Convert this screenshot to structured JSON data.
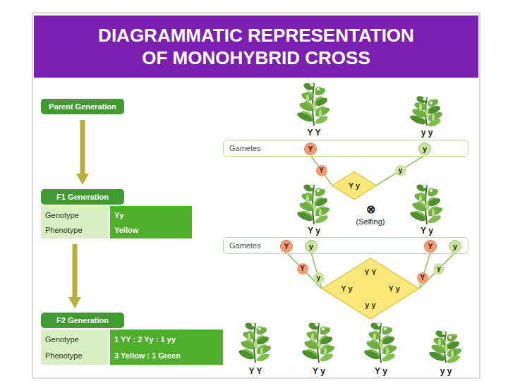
{
  "diagram": {
    "title": "DIAGRAMMATIC REPRESENTATION OF MONOHYBRID CROSS",
    "nodes": [
      {
        "text": [
          "Parent Generation"
        ]
      },
      {
        "text": [
          "F1 Generation"
        ]
      },
      {
        "text": [
          "Genotype",
          "Phenotype"
        ]
      },
      {
        "text": [
          "Yy",
          "Yellow"
        ]
      },
      {
        "text": [
          "F2 Generation"
        ]
      },
      {
        "text": [
          "Genotype",
          "Phenotype"
        ]
      },
      {
        "text": [
          "1 YY : 2 Yy : 1 yy",
          "3 Yellow : 1 Green"
        ]
      },
      {
        "text": [
          "Gametes"
        ]
      },
      {
        "text": [
          "Y"
        ],
        "in": 7
      },
      {
        "text": [
          "y"
        ],
        "in": 7
      },
      {
        "text": [
          "Y y"
        ]
      },
      {
        "text": [
          "Gametes"
        ]
      },
      {
        "text": [
          "Y"
        ],
        "in": 11
      },
      {
        "text": [
          "y"
        ],
        "in": 11
      },
      {
        "text": [
          "Y"
        ],
        "in": 11
      },
      {
        "text": [
          "y"
        ],
        "in": 11
      },
      {
        "text": [
          "Y Y",
          "Y y",
          "Y y",
          "y y"
        ]
      }
    ],
    "edges": [
      {
        "from": 0,
        "to": 1,
        "arrow": "to"
      },
      {
        "from": 2,
        "to": 4,
        "arrow": "to"
      },
      {
        "from": 8,
        "to": 10,
        "label": "Y",
        "arrow": "none"
      },
      {
        "from": 9,
        "to": 10,
        "label": "y",
        "arrow": "none"
      },
      {
        "from": 12,
        "to": 16,
        "label": "Y",
        "arrow": "none"
      },
      {
        "from": 13,
        "to": 16,
        "label": "y",
        "arrow": "none"
      },
      {
        "from": 14,
        "to": 16,
        "label": "Y",
        "arrow": "none"
      },
      {
        "from": 15,
        "to": 16,
        "label": "y",
        "arrow": "none"
      }
    ],
    "labels": [
      "Y Y",
      "y y",
      "Y y",
      "Y y",
      "⊗",
      "(Selfing)",
      "Y Y",
      "Y y",
      "Y y",
      "y y"
    ]
  }
}
